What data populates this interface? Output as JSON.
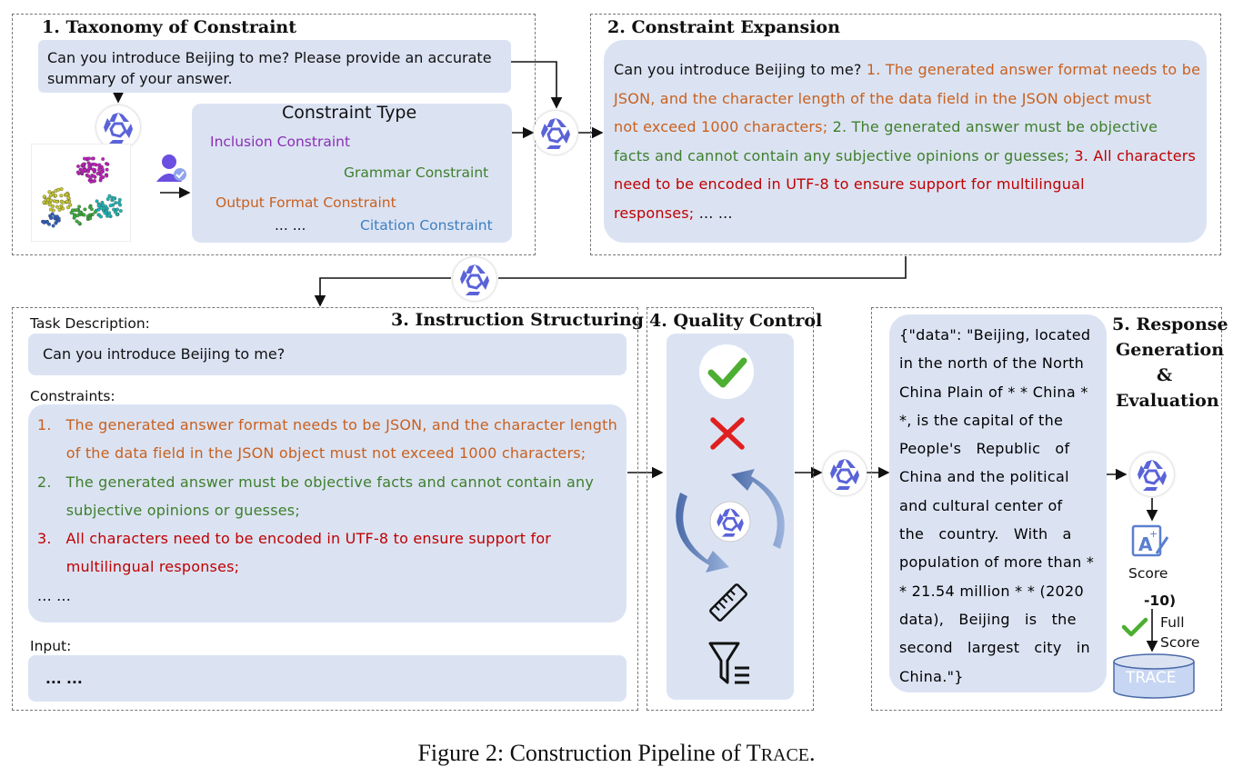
{
  "panel1": {
    "title": "1. Taxonomy of Constraint",
    "question": "Can you introduce Beijing to me? Please provide an accurate summary of your answer.",
    "question_lines": [
      "Can you introduce Beijing to me? Please provide an accurate",
      "summary of your answer."
    ],
    "constraint_type_title": "Constraint Type",
    "constraint_types": {
      "inclusion": "Inclusion Constraint",
      "grammar": "Grammar Constraint",
      "output_format": "Output Format Constraint",
      "ellipsis": "... ...",
      "citation": "Citation Constraint"
    }
  },
  "panel2": {
    "title": "2. Constraint Expansion",
    "lines": [
      [
        {
          "t": "Can you introduce Beijing to me? ",
          "c": "dark"
        },
        {
          "t": "1. The generated answer format needs to be",
          "c": "orange"
        }
      ],
      [
        {
          "t": "JSON, and the character length of the data field in the JSON object must",
          "c": "orange"
        }
      ],
      [
        {
          "t": "not exceed 1000 characters; ",
          "c": "orange"
        },
        {
          "t": "2. The generated answer must be objective",
          "c": "green"
        }
      ],
      [
        {
          "t": "facts and cannot contain any subjective opinions or guesses; ",
          "c": "green"
        },
        {
          "t": "3. All characters",
          "c": "red"
        }
      ],
      [
        {
          "t": "need to be encoded in UTF-8 to ensure support for multilingual",
          "c": "red"
        }
      ],
      [
        {
          "t": "responses; ",
          "c": "red"
        },
        {
          "t": "... ...",
          "c": "dark"
        }
      ]
    ]
  },
  "panel3": {
    "title": "3. Instruction Structuring",
    "task_label": "Task Description:",
    "task_text": "Can you introduce Beijing to me?",
    "constraints_label": "Constraints:",
    "constraint_lines": [
      {
        "t": "1.   The generated answer format needs to be JSON, and the character length",
        "c": "orange"
      },
      {
        "t": "      of the data field in the JSON object must not exceed 1000 characters;",
        "c": "orange"
      },
      {
        "t": "2.   The generated answer must be objective facts and cannot contain any",
        "c": "green"
      },
      {
        "t": "      subjective opinions or guesses;",
        "c": "green"
      },
      {
        "t": "3.   All characters need to be encoded in UTF-8 to ensure support for",
        "c": "red"
      },
      {
        "t": "      multilingual responses;",
        "c": "red"
      },
      {
        "t": "... ...",
        "c": "dark"
      }
    ],
    "input_label": "Input:",
    "input_text": "... ..."
  },
  "panel4": {
    "title": "4. Quality Control"
  },
  "panel5": {
    "title_lines": [
      "5. Response",
      "Generation",
      "&",
      "Evaluation"
    ],
    "response_lines": [
      "{\"data\": \"Beijing, located",
      "in the north of the North",
      "China Plain of * * China *",
      "*, is the capital of the",
      "People's   Republic   of",
      "China and the political",
      "and cultural center of",
      "the   country.   With   a",
      "population of more than *",
      "* 21.54 million * * (2020",
      "data),   Beijing   is   the",
      "second   largest   city   in",
      "China.\"}"
    ],
    "score_label": "Score",
    "score_value": "-10)",
    "full_label_lines": [
      "Full",
      "Score"
    ],
    "db_label": "TRACE"
  },
  "caption": {
    "prefix": "Figure 2: Construction Pipeline of T",
    "smallcaps": "RACE",
    "suffix": "."
  },
  "colors": {
    "box_fill": "#dbe3f3",
    "orange": "#c9601e",
    "green": "#3f7f2b",
    "red": "#c00000",
    "purple": "#8b2fb5",
    "blue": "#3f7fbf",
    "logo": "#5a63d8"
  },
  "icons": [
    "model-logo-icon",
    "scatter-cluster-icon",
    "user-check-icon",
    "check-icon",
    "cross-icon",
    "cycle-arrows-icon",
    "ruler-icon",
    "filter-icon",
    "grade-icon",
    "checkmark-icon",
    "database-icon"
  ]
}
